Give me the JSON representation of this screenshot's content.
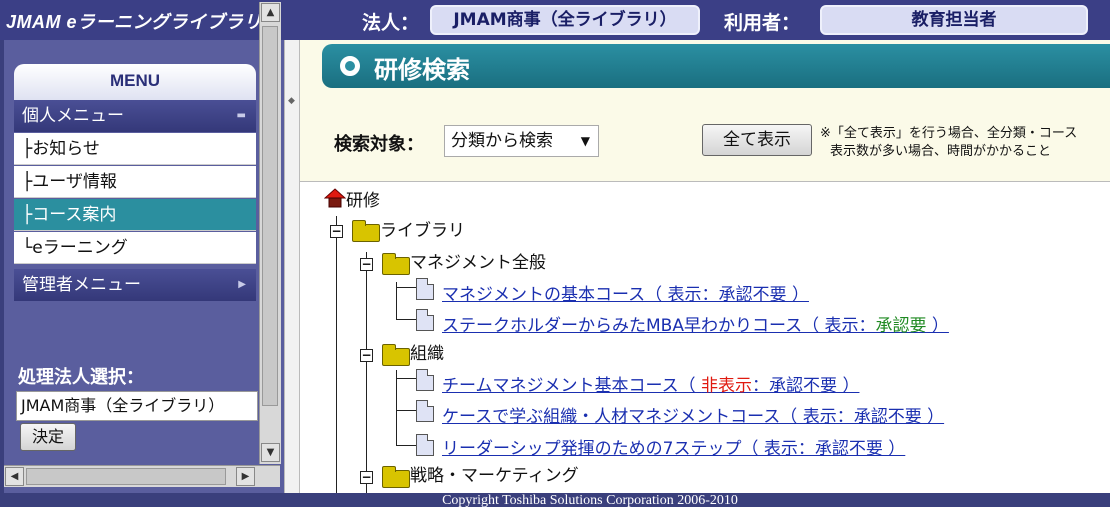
{
  "header": {
    "logo_text": "JMAM eラーニングライブラリ",
    "logo_mark": "®",
    "corp_label": "法人：",
    "corp_value": "JMAM商事（全ライブラリ）",
    "user_label": "利用者：",
    "user_value": "教育担当者"
  },
  "menu": {
    "title": "MENU",
    "personal_section": "個人メニュー",
    "items": [
      {
        "label": "お知らせ",
        "prefix": "├"
      },
      {
        "label": "ユーザ情報",
        "prefix": "├"
      },
      {
        "label": "コース案内",
        "prefix": "├"
      },
      {
        "label": "eラーニング",
        "prefix": "└"
      }
    ],
    "admin_section": "管理者メニュー",
    "corp_select_label": "処理法人選択：",
    "corp_select_value": "JMAM商事（全ライブラリ）",
    "decide_label": "決定"
  },
  "main": {
    "page_title": "研修検索",
    "search_label": "検索対象：",
    "search_value": "分類から検索",
    "show_all_label": "全て表示",
    "note_line1": "※「全て表示」を行う場合、全分類・コース",
    "note_line2": "表示数が多い場合、時間がかかること"
  },
  "tree": {
    "root": "研修",
    "library": "ライブラリ",
    "management": "マネジメント全般",
    "course_mgmt_1": "マネジメントの基本コース（ 表示：承認不要 ）",
    "course_mgmt_2_a": "ステークホルダーからみたMBA早わかりコース（ 表示：",
    "course_mgmt_2_b": "承認要",
    "course_mgmt_2_c": " ）",
    "org": "組織",
    "course_org_1_a": "チームマネジメント基本コース（ ",
    "course_org_1_b": "非表示",
    "course_org_1_c": "：承認不要 ）",
    "course_org_2": "ケースで学ぶ組織・人材マネジメントコース（ 表示：承認不要 ）",
    "course_org_3": "リーダーシップ発揮のための7ステップ（ 表示：承認不要 ）",
    "marketing": "戦略・マーケティング"
  },
  "footer": {
    "copyright": "Copyright Toshiba Solutions Corporation 2006-2010"
  },
  "colors": {
    "header_bg": "#3b3f86",
    "accent_teal": "#2b8f9f",
    "link_blue": "#1a2fb0",
    "status_red": "#e01a10",
    "status_green": "#1f8a22"
  }
}
